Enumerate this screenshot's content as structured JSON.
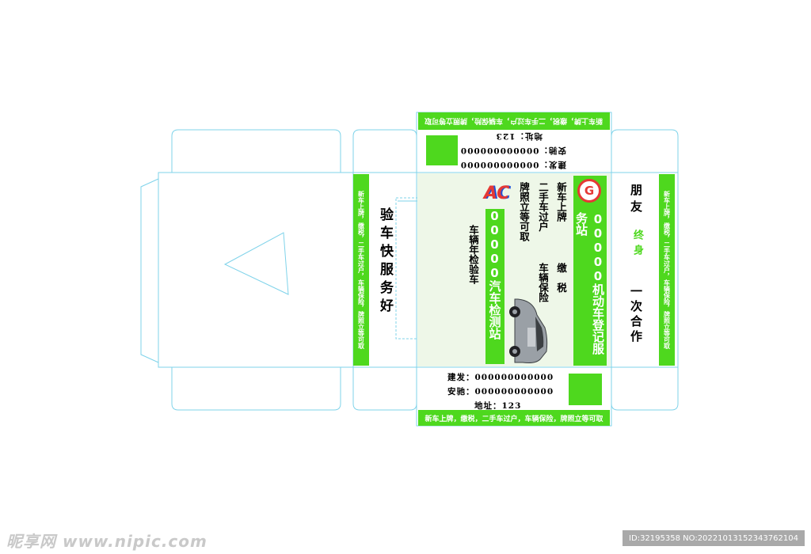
{
  "strip_text": "新车上牌，缴税，二手车过户，车辆保险，牌照立等可取",
  "contact": {
    "jianfa": "建发：000000000000",
    "anchi": "安驰：000000000000",
    "address": "地址：123"
  },
  "main_panel": {
    "station1": "00000机动车登记服务站",
    "station2": "00000汽车检测站",
    "services": [
      "新车上牌",
      "缴　税",
      "二手车过户",
      "车辆保险",
      "牌照立等可取"
    ],
    "inspection": "车辆年检验车",
    "logo1_text": "G",
    "logo2_text": "AC"
  },
  "left_panel": {
    "slogan": "验车快服务好"
  },
  "right_panel": {
    "slogan_black1": "一次合作",
    "slogan_green": "终身",
    "slogan_black2": "朋友"
  },
  "watermark": {
    "site": "昵享网 www.nipic.com",
    "id": "ID:32195358 NO:20221013152343762104"
  },
  "colors": {
    "accent": "#4ed81e",
    "panel": "#eef7e8",
    "dieline": "#7fd3ea"
  }
}
